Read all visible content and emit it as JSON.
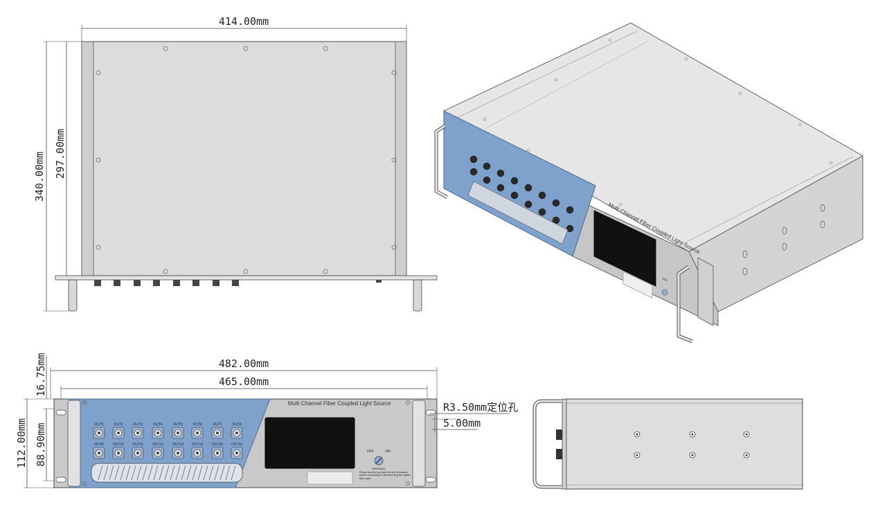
{
  "dimensions": {
    "top_width": "414.00mm",
    "top_depth_outer": "340.00mm",
    "top_depth_inner": "297.00mm",
    "front_width_outer": "482.00mm",
    "front_width_inner": "465.00mm",
    "front_offset": "16.75mm",
    "front_height_outer": "112.00mm",
    "front_height_inner": "88.90mm",
    "hole_radius": "R3.50mm定位孔",
    "hole_offset": "5.00mm"
  },
  "front_panel": {
    "title": "Multi Channel Fiber Coupled Light Source",
    "ports_row1": [
      "OUT1",
      "OUT2",
      "OUT3",
      "OUT4",
      "OUT5",
      "OUT6",
      "OUT7",
      "OUT8"
    ],
    "ports_row2": [
      "OUT9",
      "OUT10",
      "OUT11",
      "OUT12",
      "OUT13",
      "OUT14",
      "OUT15",
      "OUT16"
    ],
    "switch_off": "OFF",
    "switch_on": "ON",
    "warning_title": "WARNING",
    "warning_text": "Please turn the key switch to the off position before connecting or disconnecting the optical fiber cable."
  },
  "iso_view": {
    "title": "Multi Channel Fiber Coupled Light Source",
    "switch_label": "OFF"
  },
  "colors": {
    "panel_blue": "#7fa2cc",
    "panel_gray": "#c9c9c9",
    "body_gray": "#dedede",
    "screen": "#111111",
    "line": "#555555"
  }
}
